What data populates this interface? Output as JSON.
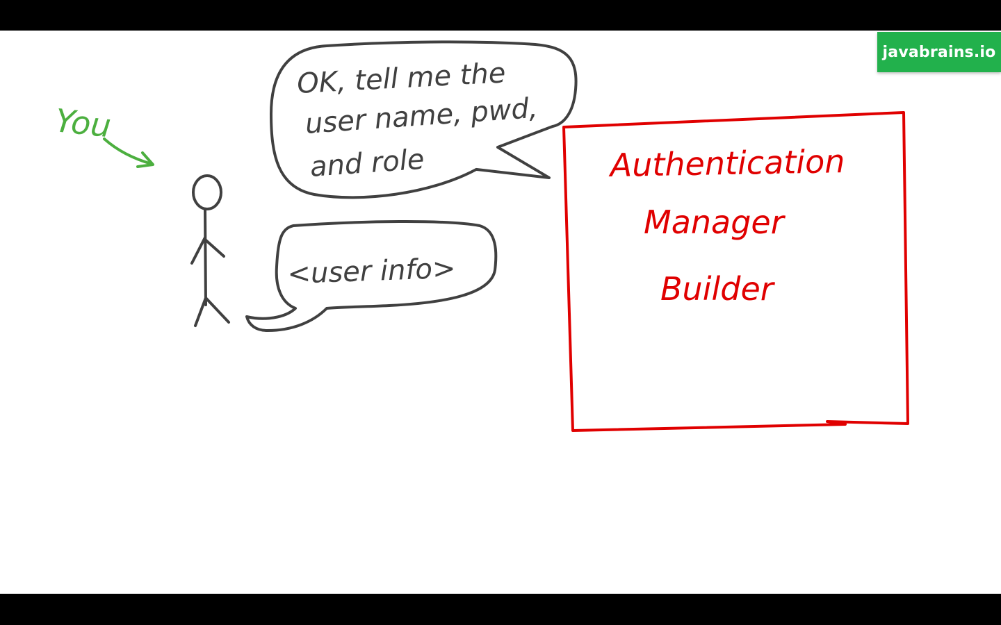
{
  "brand": {
    "label": "javabrains.io",
    "color": "#22b14c"
  },
  "you_label": {
    "text": "You",
    "color": "#4caf3f"
  },
  "speech_bubble_top": {
    "lines": [
      "OK, tell me  the",
      "user name, pwd,",
      "and  role"
    ]
  },
  "speech_bubble_bottom": {
    "text": "<user info>"
  },
  "auth_box": {
    "lines": [
      "Authentication",
      "Manager",
      "Builder"
    ],
    "color": "#e00000"
  },
  "ink_color": "#404040"
}
